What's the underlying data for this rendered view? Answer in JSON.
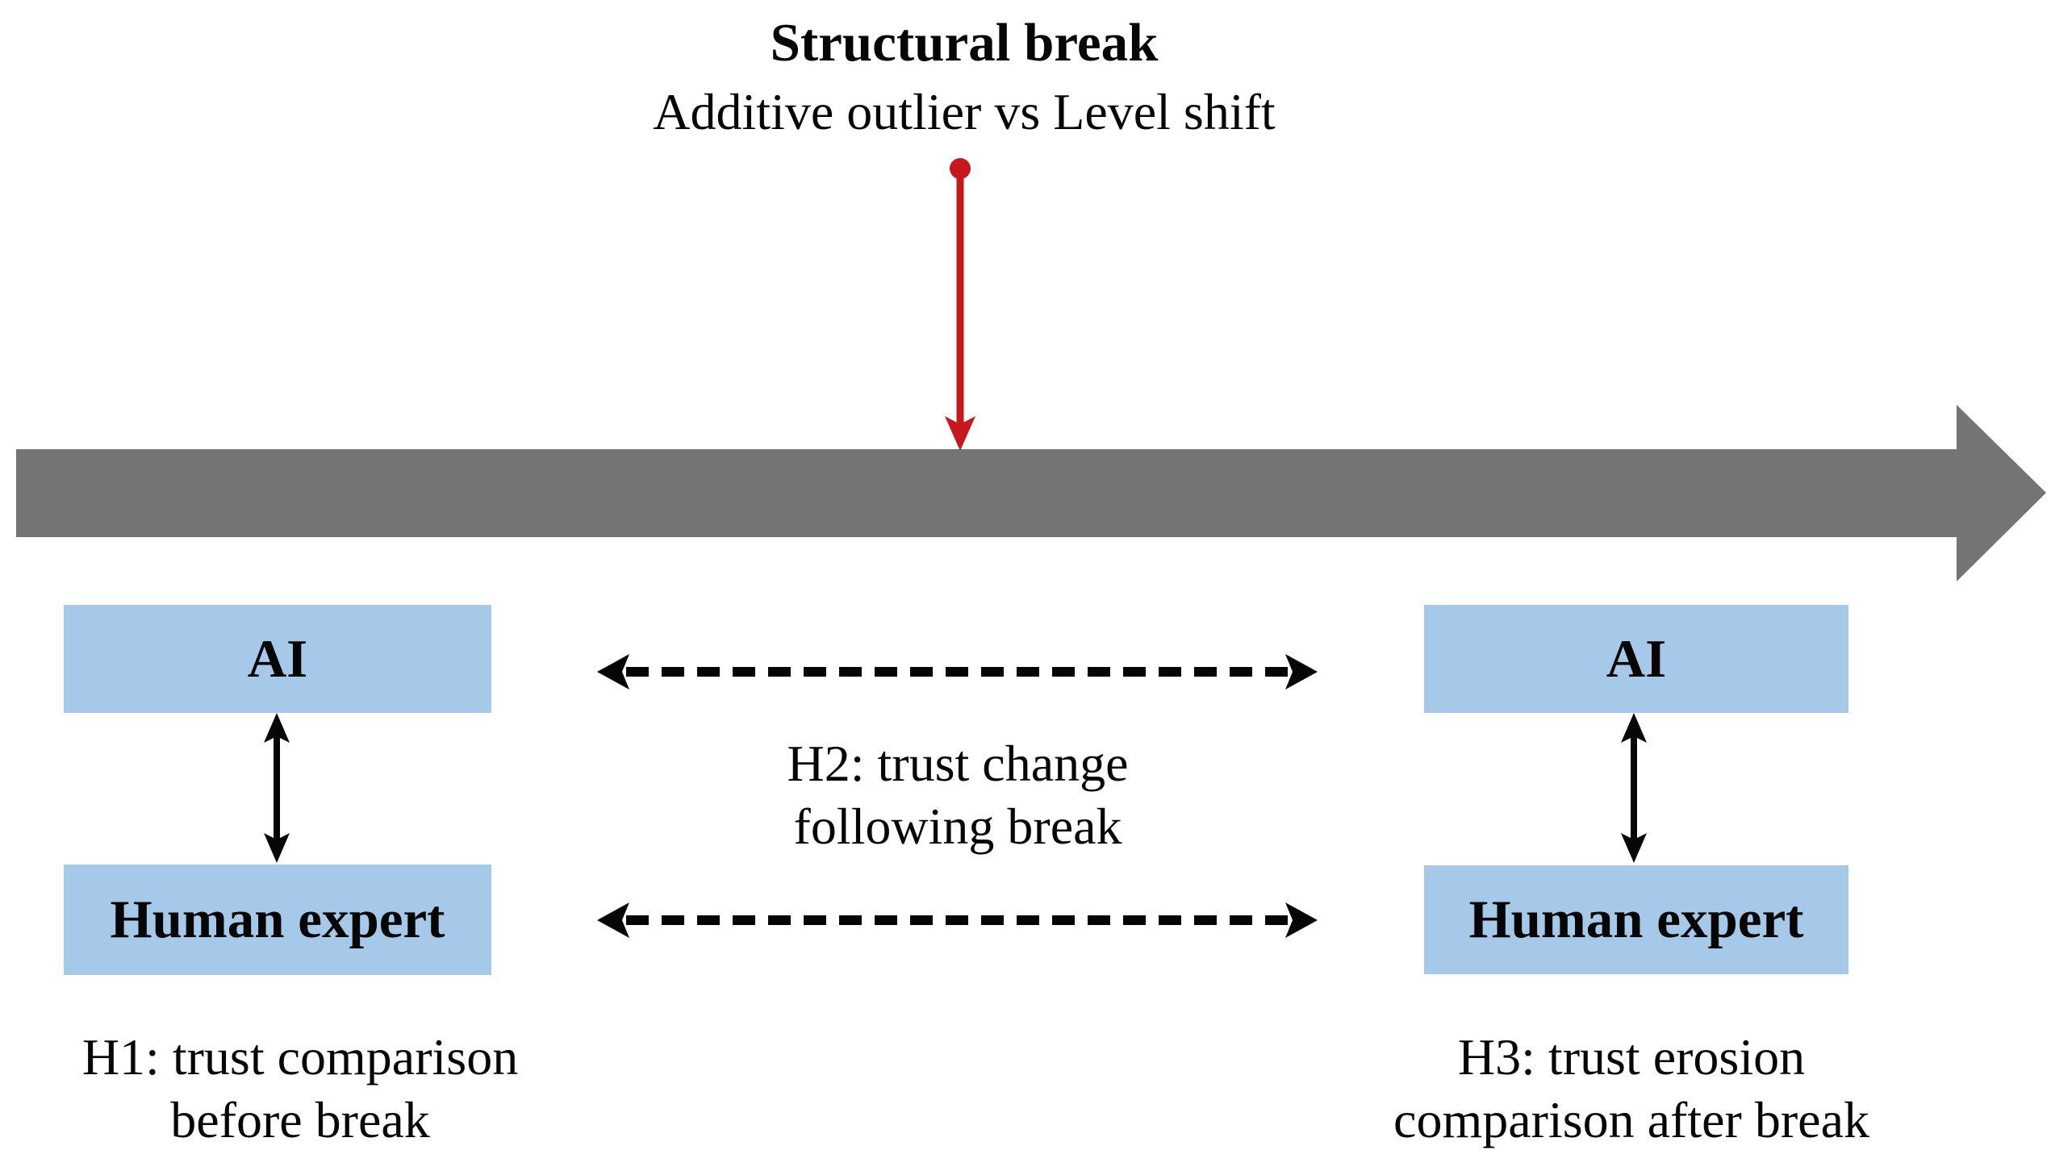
{
  "title": {
    "line1": "Structural break",
    "line2": "Additive outlier vs Level shift"
  },
  "boxes": {
    "before": {
      "ai": "AI",
      "human": "Human expert"
    },
    "after": {
      "ai": "AI",
      "human": "Human expert"
    }
  },
  "hypotheses": {
    "h1": {
      "line1": "H1: trust comparison",
      "line2": "before break"
    },
    "h2": {
      "line1": "H2: trust change",
      "line2": "following break"
    },
    "h3": {
      "line1": "H3: trust erosion",
      "line2": "comparison after break"
    }
  },
  "icons": {
    "timeline": "right-arrow-icon",
    "break_marker": "down-arrow-with-dot-icon",
    "trust_links": "vertical-double-arrow-icon",
    "comparison_links": "dashed-double-arrow-icon"
  },
  "colors": {
    "box_fill": "#a6c8e9",
    "timeline_gray": "#747474",
    "break_red": "#c4181c",
    "text_black": "#060606"
  }
}
